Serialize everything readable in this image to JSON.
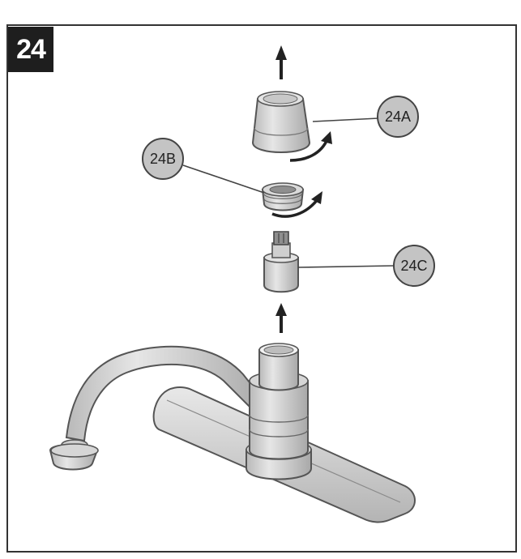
{
  "step": {
    "number": "24"
  },
  "callouts": [
    {
      "id": "24A",
      "label": "24A"
    },
    {
      "id": "24B",
      "label": "24B"
    },
    {
      "id": "24C",
      "label": "24C"
    }
  ],
  "colors": {
    "frame": "#333333",
    "badge_bg": "#1e1e1e",
    "callout_fill": "#c4c4c4",
    "part_fill": "#d9d9d9",
    "part_dark": "#9a9a9a",
    "outline": "#444444"
  }
}
